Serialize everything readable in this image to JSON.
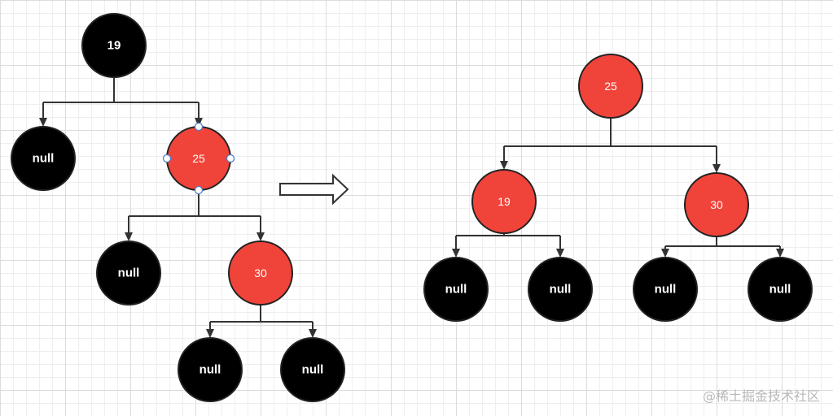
{
  "colors": {
    "red": "#f0443a",
    "black": "#000000",
    "edge": "#333333",
    "selection_handle": "#4a7fd0"
  },
  "before_tree": {
    "nodes": [
      {
        "id": "b19",
        "label": "19",
        "color": "black"
      },
      {
        "id": "bnull1",
        "label": "null",
        "color": "black"
      },
      {
        "id": "b25",
        "label": "25",
        "color": "red",
        "selected": true
      },
      {
        "id": "bnull2",
        "label": "null",
        "color": "black"
      },
      {
        "id": "b30",
        "label": "30",
        "color": "red"
      },
      {
        "id": "bnull3",
        "label": "null",
        "color": "black"
      },
      {
        "id": "bnull4",
        "label": "null",
        "color": "black"
      }
    ],
    "edges": [
      [
        "b19",
        "bnull1"
      ],
      [
        "b19",
        "b25"
      ],
      [
        "b25",
        "bnull2"
      ],
      [
        "b25",
        "b30"
      ],
      [
        "b30",
        "bnull3"
      ],
      [
        "b30",
        "bnull4"
      ]
    ]
  },
  "transform_arrow": "right-hollow-arrow",
  "after_tree": {
    "nodes": [
      {
        "id": "a25",
        "label": "25",
        "color": "red"
      },
      {
        "id": "a19",
        "label": "19",
        "color": "red"
      },
      {
        "id": "a30",
        "label": "30",
        "color": "red"
      },
      {
        "id": "anull1",
        "label": "null",
        "color": "black"
      },
      {
        "id": "anull2",
        "label": "null",
        "color": "black"
      },
      {
        "id": "anull3",
        "label": "null",
        "color": "black"
      },
      {
        "id": "anull4",
        "label": "null",
        "color": "black"
      }
    ],
    "edges": [
      [
        "a25",
        "a19"
      ],
      [
        "a25",
        "a30"
      ],
      [
        "a19",
        "anull1"
      ],
      [
        "a19",
        "anull2"
      ],
      [
        "a30",
        "anull3"
      ],
      [
        "a30",
        "anull4"
      ]
    ]
  },
  "watermark": "@稀土掘金技术社区"
}
